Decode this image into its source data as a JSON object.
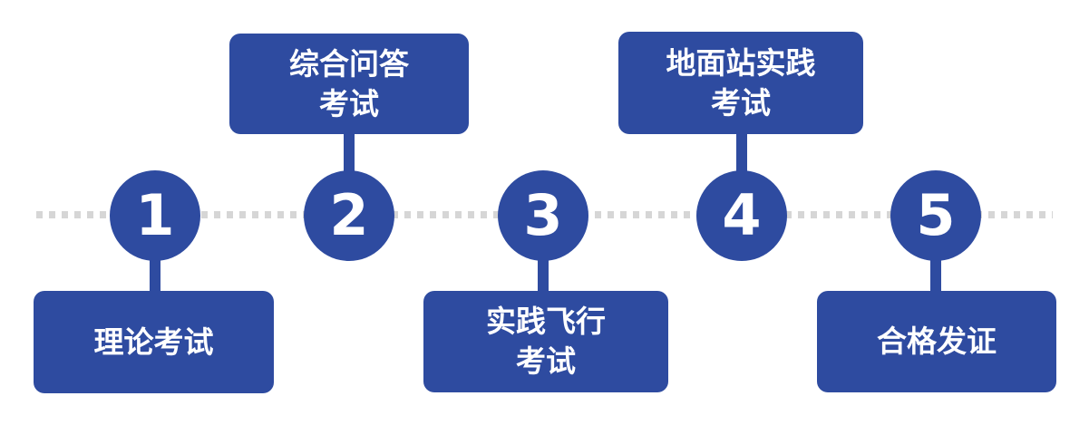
{
  "colors": {
    "primary": "#2e4ba0",
    "dot": "#d6d6d6",
    "text-on-primary": "#ffffff",
    "background": "#ffffff"
  },
  "timeline": {
    "orientation": "horizontal",
    "line_style": "dotted",
    "steps": [
      {
        "number": "1",
        "label_lines": [
          "理论考试",
          ""
        ],
        "label_position": "below"
      },
      {
        "number": "2",
        "label_lines": [
          "综合问答",
          "考试"
        ],
        "label_position": "above"
      },
      {
        "number": "3",
        "label_lines": [
          "实践飞行",
          "考试"
        ],
        "label_position": "below"
      },
      {
        "number": "4",
        "label_lines": [
          "地面站实践",
          "考试"
        ],
        "label_position": "above"
      },
      {
        "number": "5",
        "label_lines": [
          "合格发证",
          ""
        ],
        "label_position": "below"
      }
    ]
  }
}
